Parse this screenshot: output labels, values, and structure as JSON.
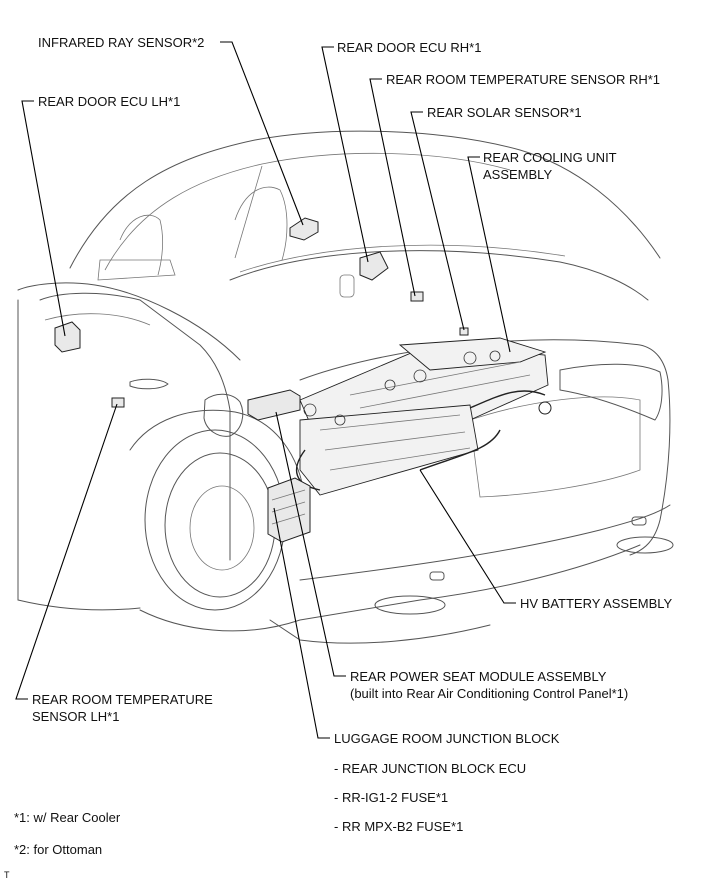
{
  "labels": {
    "infrared_ray_sensor": "INFRARED RAY SENSOR*2",
    "rear_door_ecu_rh": "REAR DOOR ECU RH*1",
    "rear_room_temp_sensor_rh": "REAR ROOM TEMPERATURE SENSOR RH*1",
    "rear_solar_sensor": "REAR SOLAR SENSOR*1",
    "rear_door_ecu_lh": "REAR DOOR ECU LH*1",
    "rear_cooling_unit_line1": "REAR COOLING UNIT",
    "rear_cooling_unit_line2": "ASSEMBLY",
    "hv_battery_assembly": "HV BATTERY ASSEMBLY",
    "rear_power_seat_module_line1": "REAR POWER SEAT MODULE ASSEMBLY",
    "rear_power_seat_module_line2": "(built into Rear Air Conditioning Control Panel*1)",
    "rear_room_temp_sensor_lh_line1": "REAR ROOM TEMPERATURE",
    "rear_room_temp_sensor_lh_line2": "SENSOR LH*1",
    "luggage_room_junction_block": "LUGGAGE ROOM JUNCTION BLOCK",
    "rear_junction_block_ecu": "- REAR JUNCTION BLOCK ECU",
    "rr_ig1_2_fuse": "- RR-IG1-2 FUSE*1",
    "rr_mpx_b2_fuse": "- RR MPX-B2 FUSE*1"
  },
  "notes": {
    "note1": "*1: w/ Rear Cooler",
    "note2": "*2: for Ottoman"
  },
  "corner_mark": "T"
}
